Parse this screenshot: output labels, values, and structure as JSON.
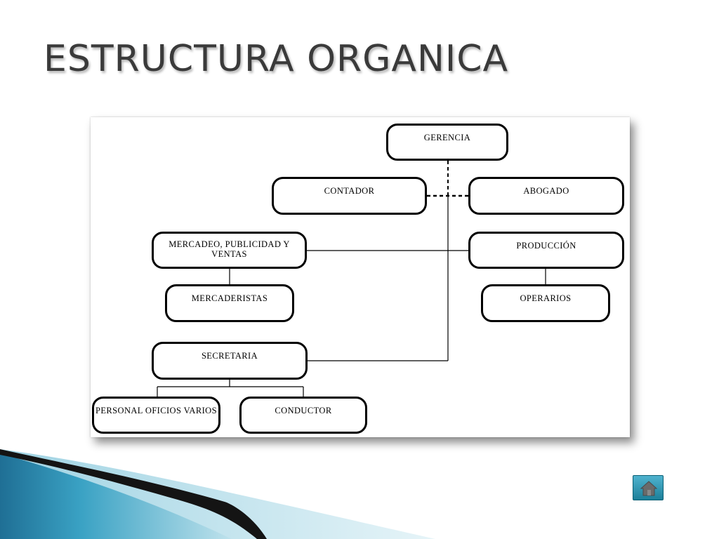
{
  "slide": {
    "title": "ESTRUCTURA ORGANICA"
  },
  "org_chart": {
    "nodes": {
      "gerencia": "GERENCIA",
      "contador": "CONTADOR",
      "abogado": "ABOGADO",
      "mercadeo": "MERCADEO, PUBLICIDAD Y VENTAS",
      "produccion": "PRODUCCIÓN",
      "mercaderistas": "MERCADERISTAS",
      "operarios": "OPERARIOS",
      "secretaria": "SECRETARIA",
      "personal": "PERSONAL OFICIOS VARIOS",
      "conductor": "CONDUCTOR"
    }
  },
  "colors": {
    "title": "#3a3a3a",
    "wave_dark": "#111111",
    "wave_blue": "#2b8fb0",
    "wave_light": "#c9e6ef",
    "home_button": "#2a8aa6"
  },
  "icons": {
    "home": "home-icon"
  }
}
